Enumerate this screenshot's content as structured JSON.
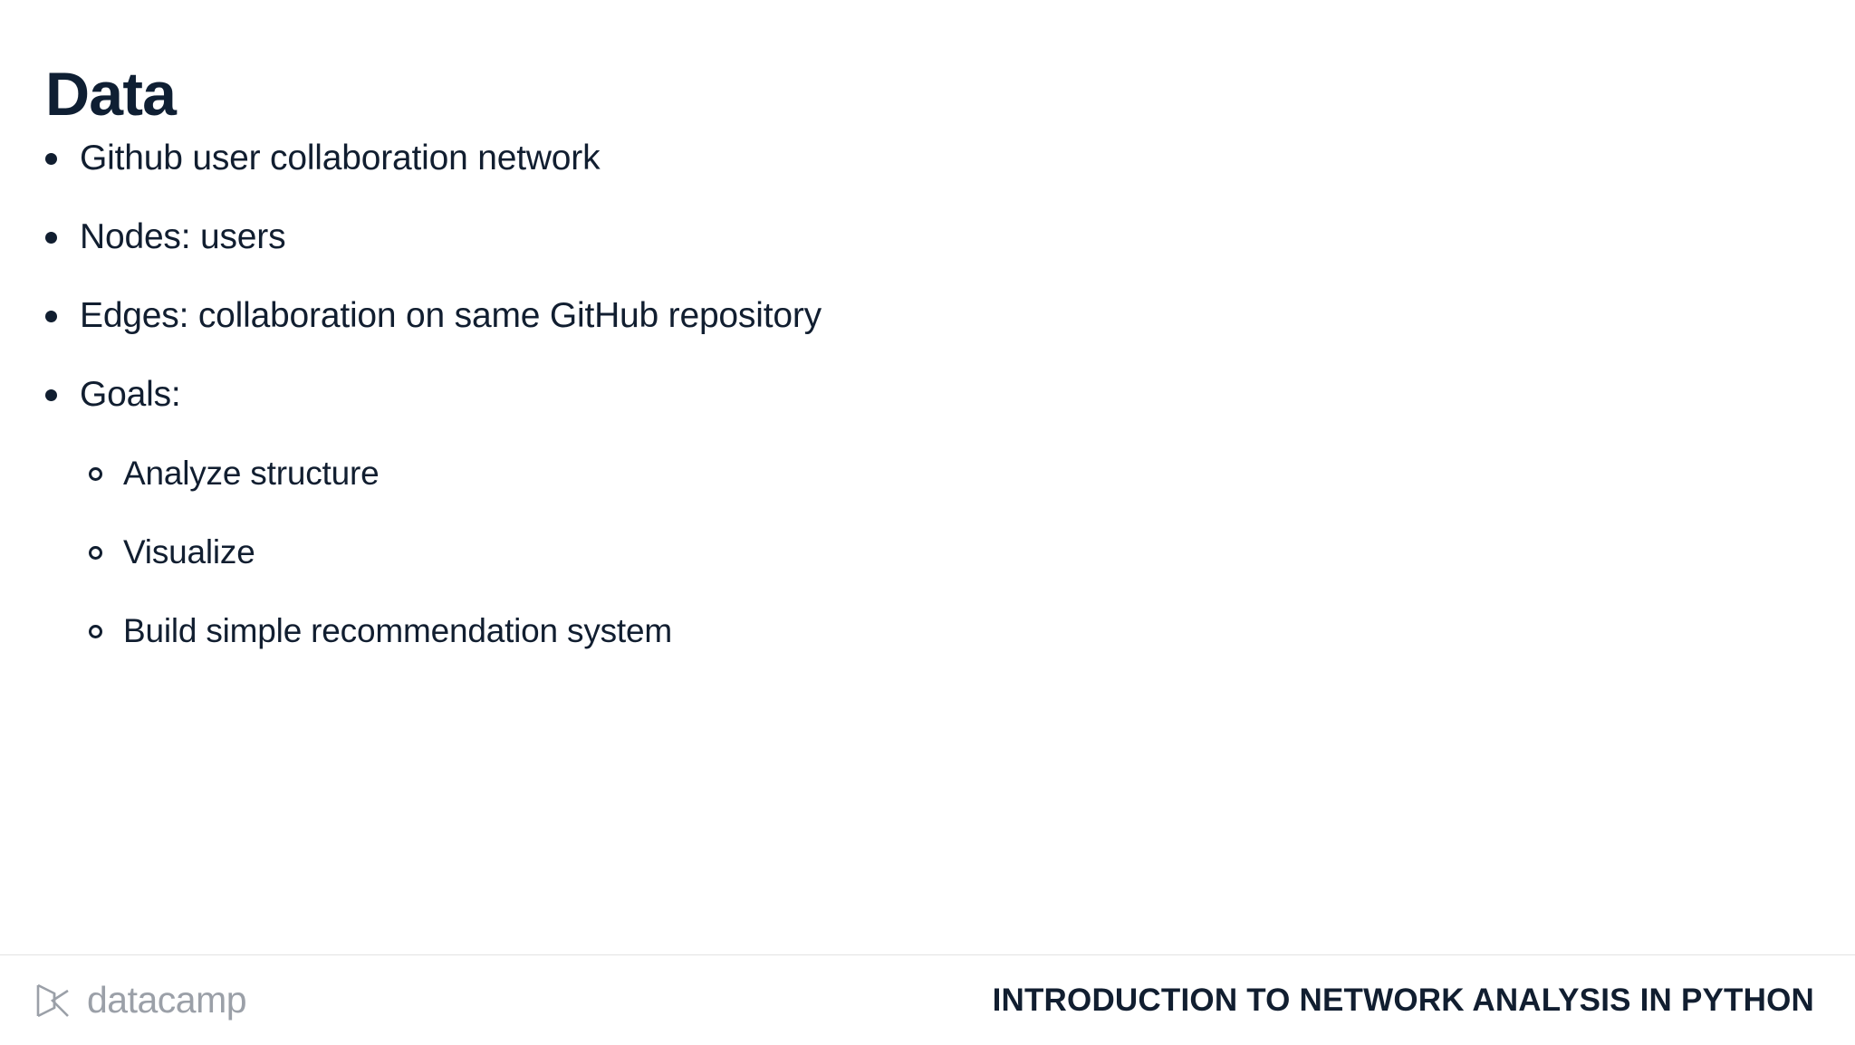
{
  "slide": {
    "title": "Data",
    "bullets": [
      {
        "level": 1,
        "marker": "solid-bullet-icon",
        "text": "Github user collaboration network"
      },
      {
        "level": 1,
        "marker": "solid-bullet-icon",
        "text": "Nodes: users"
      },
      {
        "level": 1,
        "marker": "solid-bullet-icon",
        "text": "Edges: collaboration on same GitHub repository"
      },
      {
        "level": 1,
        "marker": "solid-bullet-icon",
        "text": "Goals:"
      },
      {
        "level": 2,
        "marker": "hollow-bullet-icon",
        "text": "Analyze structure"
      },
      {
        "level": 2,
        "marker": "hollow-bullet-icon",
        "text": "Visualize"
      },
      {
        "level": 2,
        "marker": "hollow-bullet-icon",
        "text": "Build simple recommendation system"
      }
    ]
  },
  "footer": {
    "brand_name": "datacamp",
    "brand_logo_icon": "datacamp-logo-icon",
    "course_title": "INTRODUCTION TO NETWORK ANALYSIS IN PYTHON"
  },
  "colors": {
    "background": "#ffffff",
    "title_text": "#0f1f33",
    "body_text": "#111e30",
    "brand_gray": "#9ba0a8",
    "divider": "#e3e3e3"
  }
}
